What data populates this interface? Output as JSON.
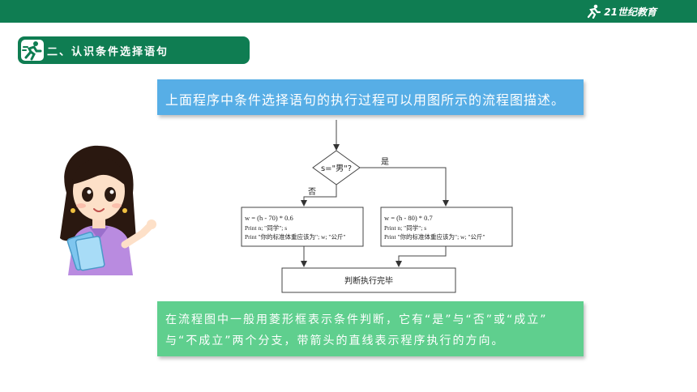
{
  "header": {
    "brand": "21世纪教育",
    "brand_colors": {
      "bar": "#0f7d52",
      "text": "#ffffff"
    }
  },
  "section": {
    "icon": "running-person-icon",
    "title": "二、认识条件选择语句"
  },
  "intro": {
    "text": "上面程序中条件选择语句的执行过程可以用图所示的流程图描述。"
  },
  "flowchart": {
    "condition": "s=\"男\"?",
    "yes_label": "是",
    "no_label": "否",
    "left_box": {
      "line1": "w = (h - 70) * 0.6",
      "line2": "Print n; \"同学\"; s",
      "line3": "Print \"你的标准体重应该为\"; w; \"公斤\""
    },
    "right_box": {
      "line1": "w = (h - 80) * 0.7",
      "line2": "Print n; \"同学\"; s",
      "line3": "Print \"你的标准体重应该为\"; w; \"公斤\""
    },
    "end_box": "判断执行完毕"
  },
  "explanation": {
    "line1": "在流程图中一般用菱形框表示条件判断，它有“是”与“否”或“成立”",
    "line2": "与“不成立”两个分支，带箭头的直线表示程序执行的方向。"
  },
  "colors": {
    "blue_box": "#57aee6",
    "green_box": "#5fcf8e",
    "accent": "#0f7d52"
  }
}
